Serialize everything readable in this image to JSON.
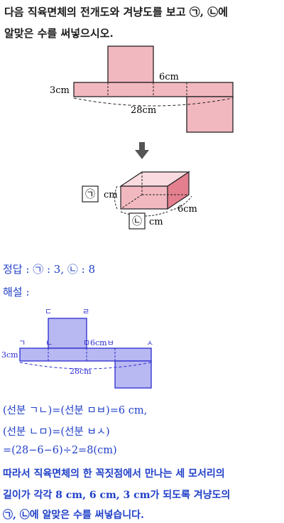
{
  "question": {
    "line1": "다음 직육면체의 전개도와 겨냥도를 보고 ㉠, ㉡에",
    "line2": "알맞은 수를 써넣으시오."
  },
  "net_figure": {
    "label_height": "3cm",
    "label_top": "6cm",
    "label_total": "28cm"
  },
  "box_figure": {
    "box_a": "㉠",
    "box_b": "㉡",
    "unit": "cm",
    "label_side": "6cm"
  },
  "answer": {
    "line": "정답 : ㉠ : 3, ㉡ : 8"
  },
  "explanation": {
    "heading": "해설 :",
    "figure": {
      "pt_d": "ㄷ",
      "pt_r": "ㄹ",
      "pt_g": "ㄱ",
      "pt_n": "ㄴ",
      "pt_m": "ㅁ",
      "label_6cm_b": "6cmㅂ",
      "pt_s": "ㅅ",
      "label_height": "3cm",
      "label_total": "28cm"
    },
    "lines": [
      "(선분 ㄱㄴ)=(선분 ㅁㅂ)=6 cm,",
      "(선분 ㄴㅁ)=(선분 ㅂㅅ)",
      "=(28−6−6)÷2=8(cm)",
      "따라서 직육면체의 한 꼭짓점에서 만나는 세 모서리의",
      "길이가 각각 8 cm, 6 cm, 3 cm가 되도록 겨냥도의",
      "㉠, ㉡에 알맞은 수를 써넣습니다."
    ]
  }
}
